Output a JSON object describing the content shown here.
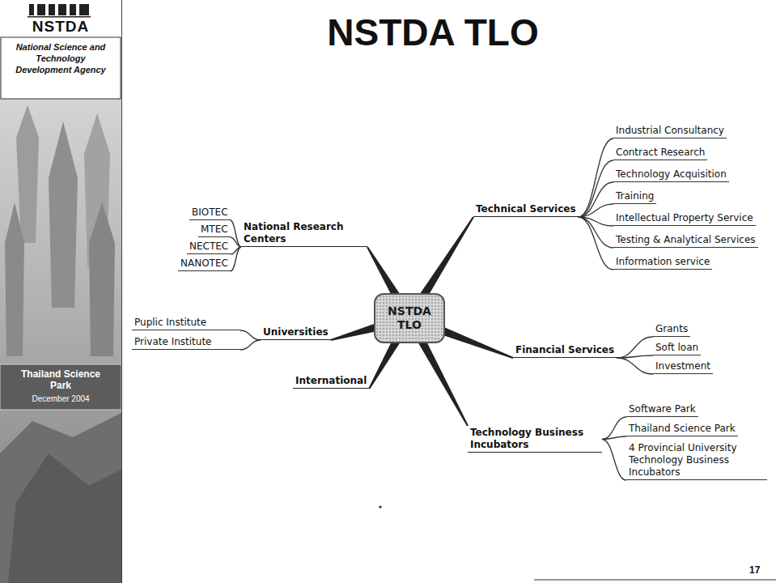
{
  "diagram": {
    "title": "NSTDA TLO",
    "nodes": [
      {
        "text": [
          "NSTDA TLO"
        ]
      },
      {
        "text": [
          "National Research Centers"
        ]
      },
      {
        "text": [
          "BIOTEC"
        ]
      },
      {
        "text": [
          "MTEC"
        ]
      },
      {
        "text": [
          "NECTEC"
        ]
      },
      {
        "text": [
          "NANOTEC"
        ]
      },
      {
        "text": [
          "Universities"
        ]
      },
      {
        "text": [
          "Puplic Institute"
        ]
      },
      {
        "text": [
          "Private Institute"
        ]
      },
      {
        "text": [
          "International"
        ]
      },
      {
        "text": [
          "Technical Services"
        ]
      },
      {
        "text": [
          "Industrial Consultancy"
        ]
      },
      {
        "text": [
          "Contract Research"
        ]
      },
      {
        "text": [
          "Technology Acquisition"
        ]
      },
      {
        "text": [
          "Training"
        ]
      },
      {
        "text": [
          "Intellectual Property Service"
        ]
      },
      {
        "text": [
          "Testing & Analytical Services"
        ]
      },
      {
        "text": [
          "Information service"
        ]
      },
      {
        "text": [
          "Financial Services"
        ]
      },
      {
        "text": [
          "Grants"
        ]
      },
      {
        "text": [
          "Soft loan"
        ]
      },
      {
        "text": [
          "Investment"
        ]
      },
      {
        "text": [
          "Technology Business Incubators"
        ]
      },
      {
        "text": [
          "Software Park"
        ]
      },
      {
        "text": [
          "Thailand Science Park"
        ]
      },
      {
        "text": [
          "4 Provincial University Technology Business Incubators"
        ]
      }
    ],
    "edges": [
      {
        "from": 0,
        "to": 1,
        "arrow": "none"
      },
      {
        "from": 1,
        "to": 2,
        "arrow": "none"
      },
      {
        "from": 1,
        "to": 3,
        "arrow": "none"
      },
      {
        "from": 1,
        "to": 4,
        "arrow": "none"
      },
      {
        "from": 1,
        "to": 5,
        "arrow": "none"
      },
      {
        "from": 0,
        "to": 6,
        "arrow": "none"
      },
      {
        "from": 6,
        "to": 7,
        "arrow": "none"
      },
      {
        "from": 6,
        "to": 8,
        "arrow": "none"
      },
      {
        "from": 0,
        "to": 9,
        "arrow": "none"
      },
      {
        "from": 0,
        "to": 10,
        "arrow": "none"
      },
      {
        "from": 10,
        "to": 11,
        "arrow": "none"
      },
      {
        "from": 10,
        "to": 12,
        "arrow": "none"
      },
      {
        "from": 10,
        "to": 13,
        "arrow": "none"
      },
      {
        "from": 10,
        "to": 14,
        "arrow": "none"
      },
      {
        "from": 10,
        "to": 15,
        "arrow": "none"
      },
      {
        "from": 10,
        "to": 16,
        "arrow": "none"
      },
      {
        "from": 10,
        "to": 17,
        "arrow": "none"
      },
      {
        "from": 0,
        "to": 18,
        "arrow": "none"
      },
      {
        "from": 18,
        "to": 19,
        "arrow": "none"
      },
      {
        "from": 18,
        "to": 20,
        "arrow": "none"
      },
      {
        "from": 18,
        "to": 21,
        "arrow": "none"
      },
      {
        "from": 0,
        "to": 22,
        "arrow": "none"
      },
      {
        "from": 22,
        "to": 23,
        "arrow": "none"
      },
      {
        "from": 22,
        "to": 24,
        "arrow": "none"
      },
      {
        "from": 22,
        "to": 25,
        "arrow": "none"
      }
    ],
    "labels": [
      "NSTDA",
      "National Science and Technology Development Agency",
      "Thailand Science Park",
      "December 2004",
      "17"
    ]
  }
}
